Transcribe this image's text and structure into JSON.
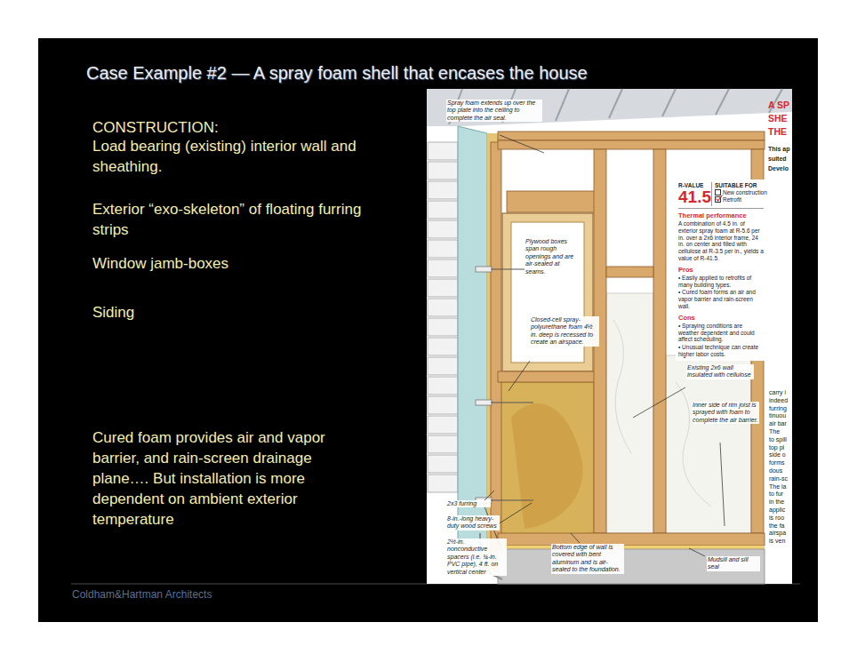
{
  "diagram": {
    "title": "Case Example #2 — A spray foam shell that encases the house",
    "nodes": [
      {
        "text": [
          "R-VALUE",
          "41.5",
          "SUITABLE FOR",
          "New construction",
          "Retrofit",
          "Thermal performance",
          "A combination of 4.5 in. of exterior spray foam at R-5.6 per in. over a 2x6 interior frame, 24 in. on center and filled with cellulose at R-3.5 per in., yields a value of R-41.5.",
          "Pros",
          "• Easily applied to retrofits of many building types.",
          "• Cured foam forms an air and vapor barrier and rain-screen wall.",
          "Cons",
          "• Spraying conditions are weather dependent and could affect scheduling.",
          "• Unusual technique can create higher labor costs."
        ]
      }
    ],
    "labels": [
      "CONSTRUCTION:",
      "Load bearing (existing) interior wall and sheathing.",
      "Exterior “exo-skeleton” of floating furring strips",
      "Window jamb-boxes",
      "Siding",
      "Cured foam provides air and vapor barrier, and rain-screen drainage plane…. But installation is more dependent on ambient exterior temperature",
      "Spray foam extends up over the top plate into the ceiling to complete the air seal.",
      "Plywood boxes span rough openings and are air-sealed at seams.",
      "Closed-cell spray-polyurethane foam 4½ in. deep is recessed to create an airspace.",
      "Existing 2x6 wall insulated with cellulose",
      "Inner side of rim joist is sprayed with foam to complete the air barrier.",
      "2x3 furring",
      "8-in.-long heavy-duty wood screws",
      "2½-in. nonconductive spacers (i.e. ¾-in. PVC pipe), 4 ft. on vertical center",
      "Bottom edge of wall is covered with bent aluminum and is air-sealed to the foundation.",
      "Mudsill and sill seal",
      "A SP",
      "SHE",
      "THE",
      "This ap",
      "suited",
      "Develo",
      "carry i",
      "indeed",
      "furring",
      "tinuou",
      "air bar",
      "The",
      "to spill",
      "top pl",
      "side o",
      "forms",
      "dous",
      "rain-sc",
      "The la",
      "to fur",
      "in the",
      "applic",
      "is roo",
      "the fa",
      "airspa",
      "is ven",
      "Coldham&Hartman Architects"
    ]
  }
}
